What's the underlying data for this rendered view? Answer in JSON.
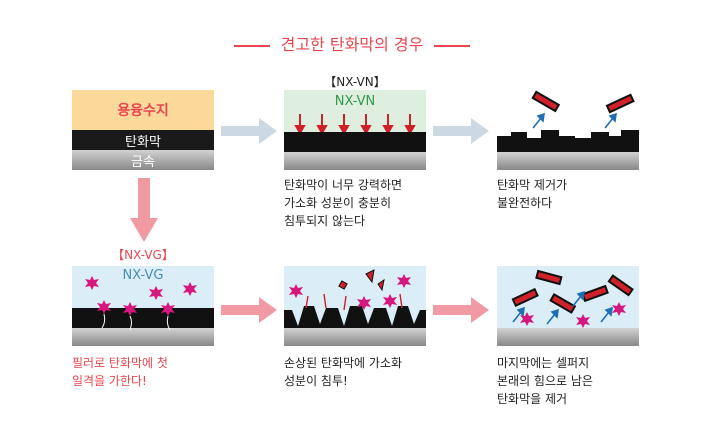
{
  "title": "견고한 탄화막의 경우",
  "legend_panel": {
    "resin": "용융수지",
    "carbide": "탄화막",
    "metal": "금속"
  },
  "vn_label": "【NX-VN】",
  "vn_fluid": "NX-VN",
  "vg_label": "【NX-VG】",
  "vg_fluid": "NX-VG",
  "captions": {
    "vn_middle": [
      "탄화막이 너무 강력하면",
      "가소화 성분이 충분히",
      "침투되지 않는다"
    ],
    "vn_right": [
      "탄화막 제거가",
      "불완전하다"
    ],
    "vg_left": [
      "필러로 탄화막에 첫",
      "일격을 가한다!"
    ],
    "vg_middle": [
      "손상된 탄화막에 가소화",
      "성분이 침투!"
    ],
    "vg_right": [
      "마지막에는 셀퍼지",
      "본래의 힘으로 남은",
      "탄화막을 제거"
    ]
  },
  "colors": {
    "accent": "#e8464f",
    "resin": "#fbd99b",
    "fluid_bg": "#dbeef8",
    "vn_bg": "#dfefdf",
    "carbide": "#111111",
    "arrow_gray": "#cdd9e2",
    "arrow_pink": "#f29aa3",
    "filler": "#d6177d",
    "fluid_text": "#4a8fb0",
    "vn_text": "#2e9a4a"
  }
}
